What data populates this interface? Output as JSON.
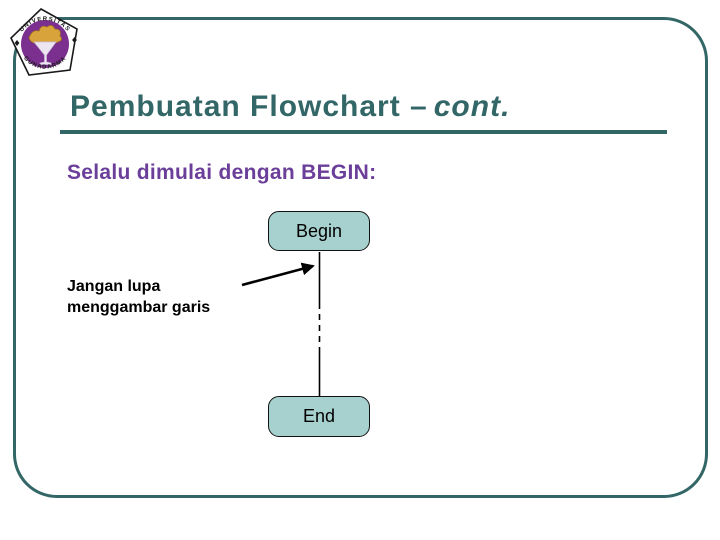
{
  "slide": {
    "title": {
      "main": "Pembuatan Flowchart –",
      "emphasis": "cont."
    },
    "subtitle": "Selalu dimulai dengan BEGIN:",
    "note": {
      "line1": "Jangan lupa",
      "line2": "menggambar garis"
    },
    "flowchart": {
      "begin_label": "Begin",
      "end_label": "End"
    },
    "logo": {
      "text_top": "UNIVERSITAS",
      "text_bottom": "GUNADARMA"
    },
    "colors": {
      "accent_teal": "#336666",
      "subtitle_purple": "#6B3E9A",
      "shape_fill": "#A7D1CE",
      "shape_border": "#111111",
      "logo_purple": "#7B2F8E",
      "logo_gold": "#D9A33C"
    }
  }
}
